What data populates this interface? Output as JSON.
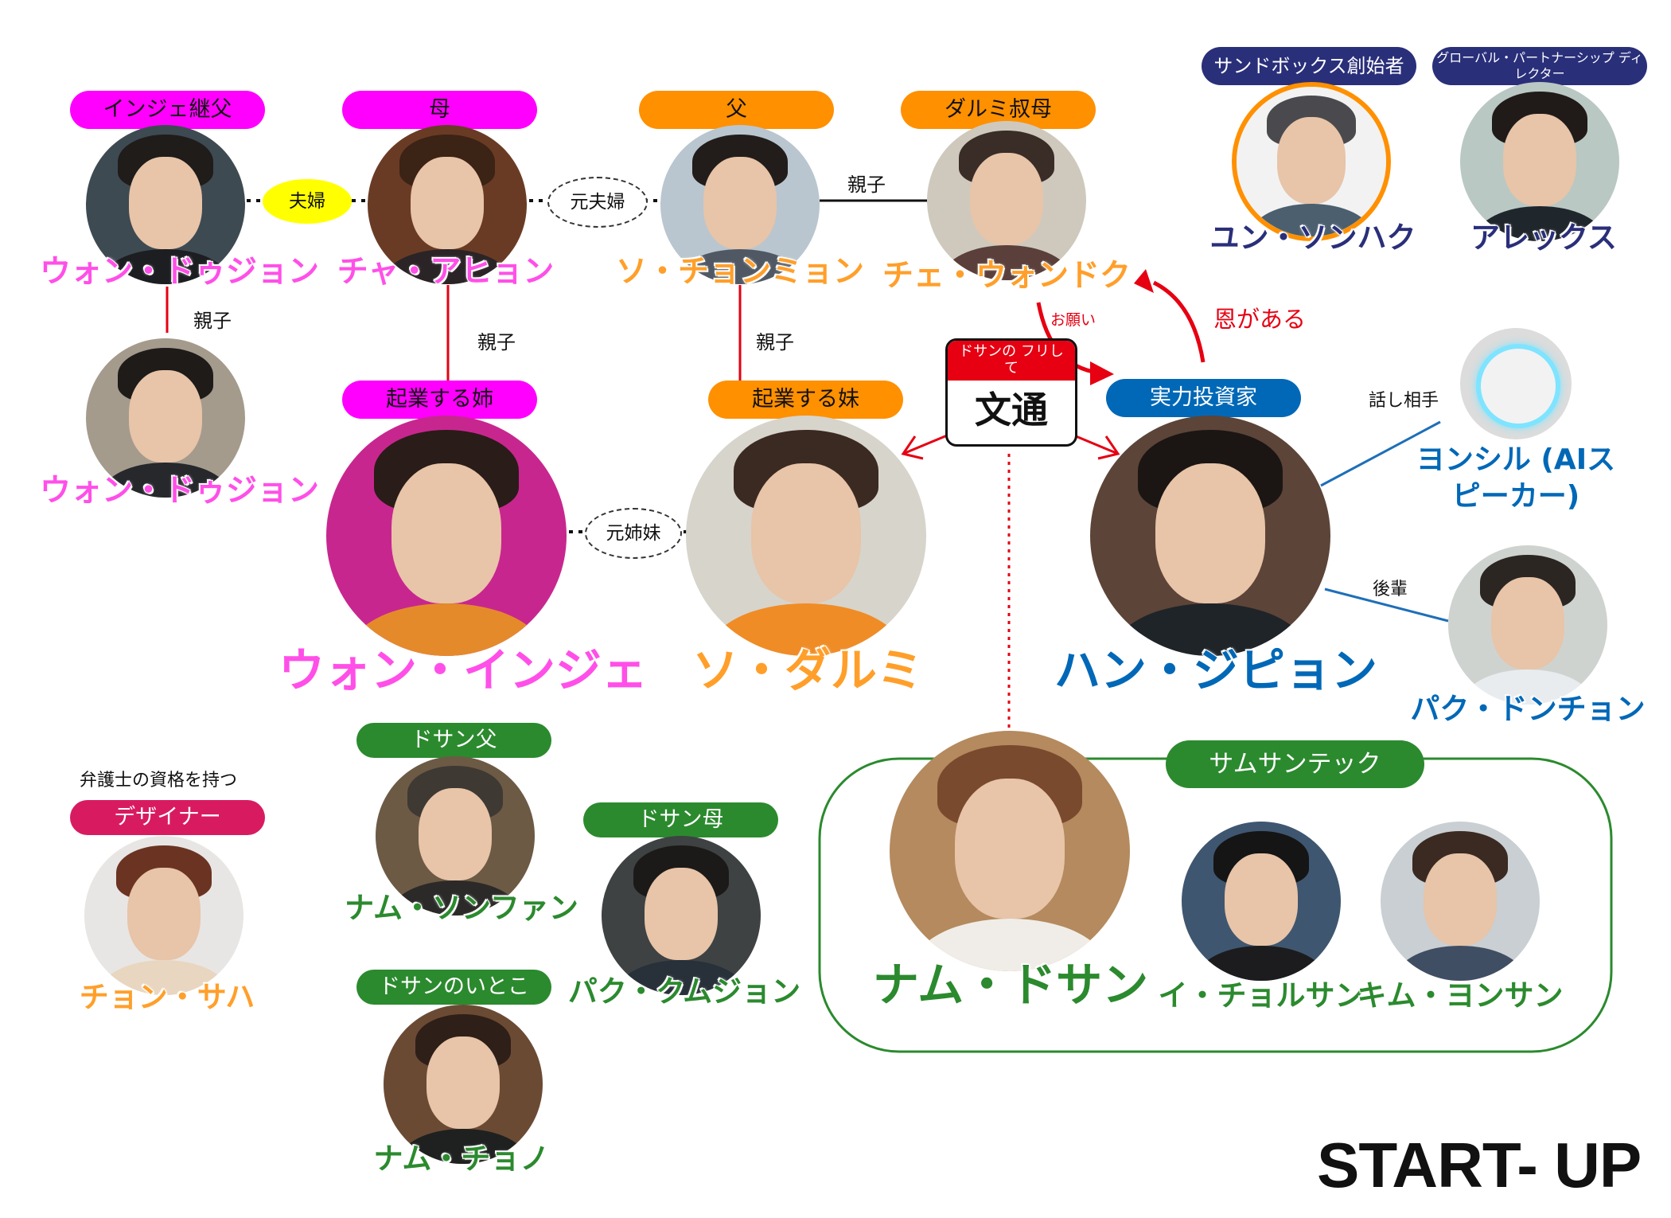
{
  "colors": {
    "magenta": "#ff00ff",
    "magenta_label": "#ff4fe8",
    "orange": "#ff9000",
    "orange_label": "#ff9f2a",
    "blue": "#0068b7",
    "navy": "#2a2f7a",
    "green": "#2b8a2e",
    "crimson": "#d81b60",
    "red": "#e60012",
    "yellow": "#ffff00",
    "line_dark": "#111111",
    "line_blue": "#1e6fb8"
  },
  "characters": [
    {
      "id": "inje-stepfather",
      "role": "インジェ継父",
      "name": "ウォン・ドゥジョン"
    },
    {
      "id": "mother",
      "role": "母",
      "name": "チャ・アヒョン"
    },
    {
      "id": "father",
      "role": "父",
      "name": "ソ・チョンミョン"
    },
    {
      "id": "aunt",
      "role": "ダルミ叔母",
      "name": "チェ・ウォンドク"
    },
    {
      "id": "yun",
      "role": "サンドボックス創始者",
      "name": "ユン・ソンハク"
    },
    {
      "id": "alex",
      "role": "グローバル・パートナーシップ ディレクター",
      "name": "アレックス"
    },
    {
      "id": "duji-child",
      "role": "",
      "name": "ウォン・ドゥジョン"
    },
    {
      "id": "inje",
      "role": "起業する姉",
      "name": "ウォン・インジェ"
    },
    {
      "id": "dalmi",
      "role": "起業する妹",
      "name": "ソ・ダルミ"
    },
    {
      "id": "jipyeong",
      "role": "実力投資家",
      "name": "ハン・ジピョン"
    },
    {
      "id": "yongsil",
      "role": "",
      "name": "ヨンシル (AIスピーカー)"
    },
    {
      "id": "dongcheon",
      "role": "",
      "name": "パク・ドンチョン"
    },
    {
      "id": "saha",
      "role": "デザイナー",
      "name": "チョン・サハ"
    },
    {
      "id": "dosan-father",
      "role": "ドサン父",
      "name": "ナム・ソンファン"
    },
    {
      "id": "dosan-mother",
      "role": "ドサン母",
      "name": "パク・クムジョン"
    },
    {
      "id": "dosan-cousin",
      "role": "ドサンのいとこ",
      "name": "ナム・チョノ"
    },
    {
      "id": "dosan",
      "role": "",
      "name": "ナム・ドサン"
    },
    {
      "id": "chulsan",
      "role": "",
      "name": "イ・チョルサン"
    },
    {
      "id": "yongsan",
      "role": "",
      "name": "キム・ヨンサン"
    }
  ],
  "relations": {
    "couple": "夫婦",
    "ex_couple": "元夫婦",
    "ex_sisters": "元姉妹",
    "parent_child": "親子",
    "request": "お願い",
    "indebted": "恩がある",
    "talk_partner": "話し相手",
    "junior": "後輩"
  },
  "letter": {
    "caption": "ドサンの フリして",
    "title": "文通"
  },
  "group": {
    "label": "サムサンテック"
  },
  "notes": {
    "saha_note": "弁護士の資格を持つ"
  },
  "logo": "START- UP"
}
